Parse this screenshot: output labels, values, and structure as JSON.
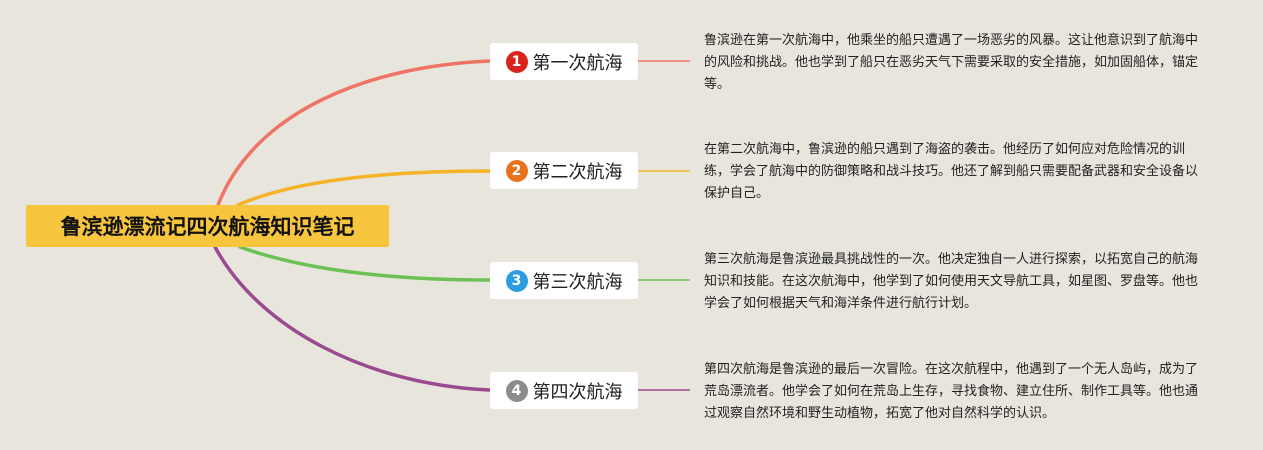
{
  "root": {
    "title": "鲁滨逊漂流记四次航海知识笔记",
    "color": "#f8c53e"
  },
  "branches": [
    {
      "number": "1",
      "label": "第一次航海",
      "color": "#ee7566",
      "badge_color": "#d9241e",
      "note": "鲁滨逊在第一次航海中，他乘坐的船只遭遇了一场恶劣的风暴。这让他意识到了航海中的风险和挑战。他也学到了船只在恶劣天气下需要采取的安全措施，如加固船体，锚定等。"
    },
    {
      "number": "2",
      "label": "第二次航海",
      "color": "#f6b327",
      "badge_color": "#e9731b",
      "note": "在第二次航海中，鲁滨逊的船只遇到了海盗的袭击。他经历了如何应对危险情况的训练，学会了航海中的防御策略和战斗技巧。他还了解到船只需要配备武器和安全设备以保护自己。"
    },
    {
      "number": "3",
      "label": "第三次航海",
      "color": "#6cc155",
      "badge_color": "#2d9de1",
      "note": "第三次航海是鲁滨逊最具挑战性的一次。他决定独自一人进行探索，以拓宽自己的航海知识和技能。在这次航海中，他学到了如何使用天文导航工具，如星图、罗盘等。他也学会了如何根据天气和海洋条件进行航行计划。"
    },
    {
      "number": "4",
      "label": "第四次航海",
      "color": "#9a4a8e",
      "badge_color": "#8c8c8c",
      "note": "第四次航海是鲁滨逊的最后一次冒险。在这次航程中，他遇到了一个无人岛屿，成为了荒岛漂流者。他学会了如何在荒岛上生存，寻找食物、建立住所、制作工具等。他也通过观察自然环境和野生动植物，拓宽了他对自然科学的认识。"
    }
  ]
}
